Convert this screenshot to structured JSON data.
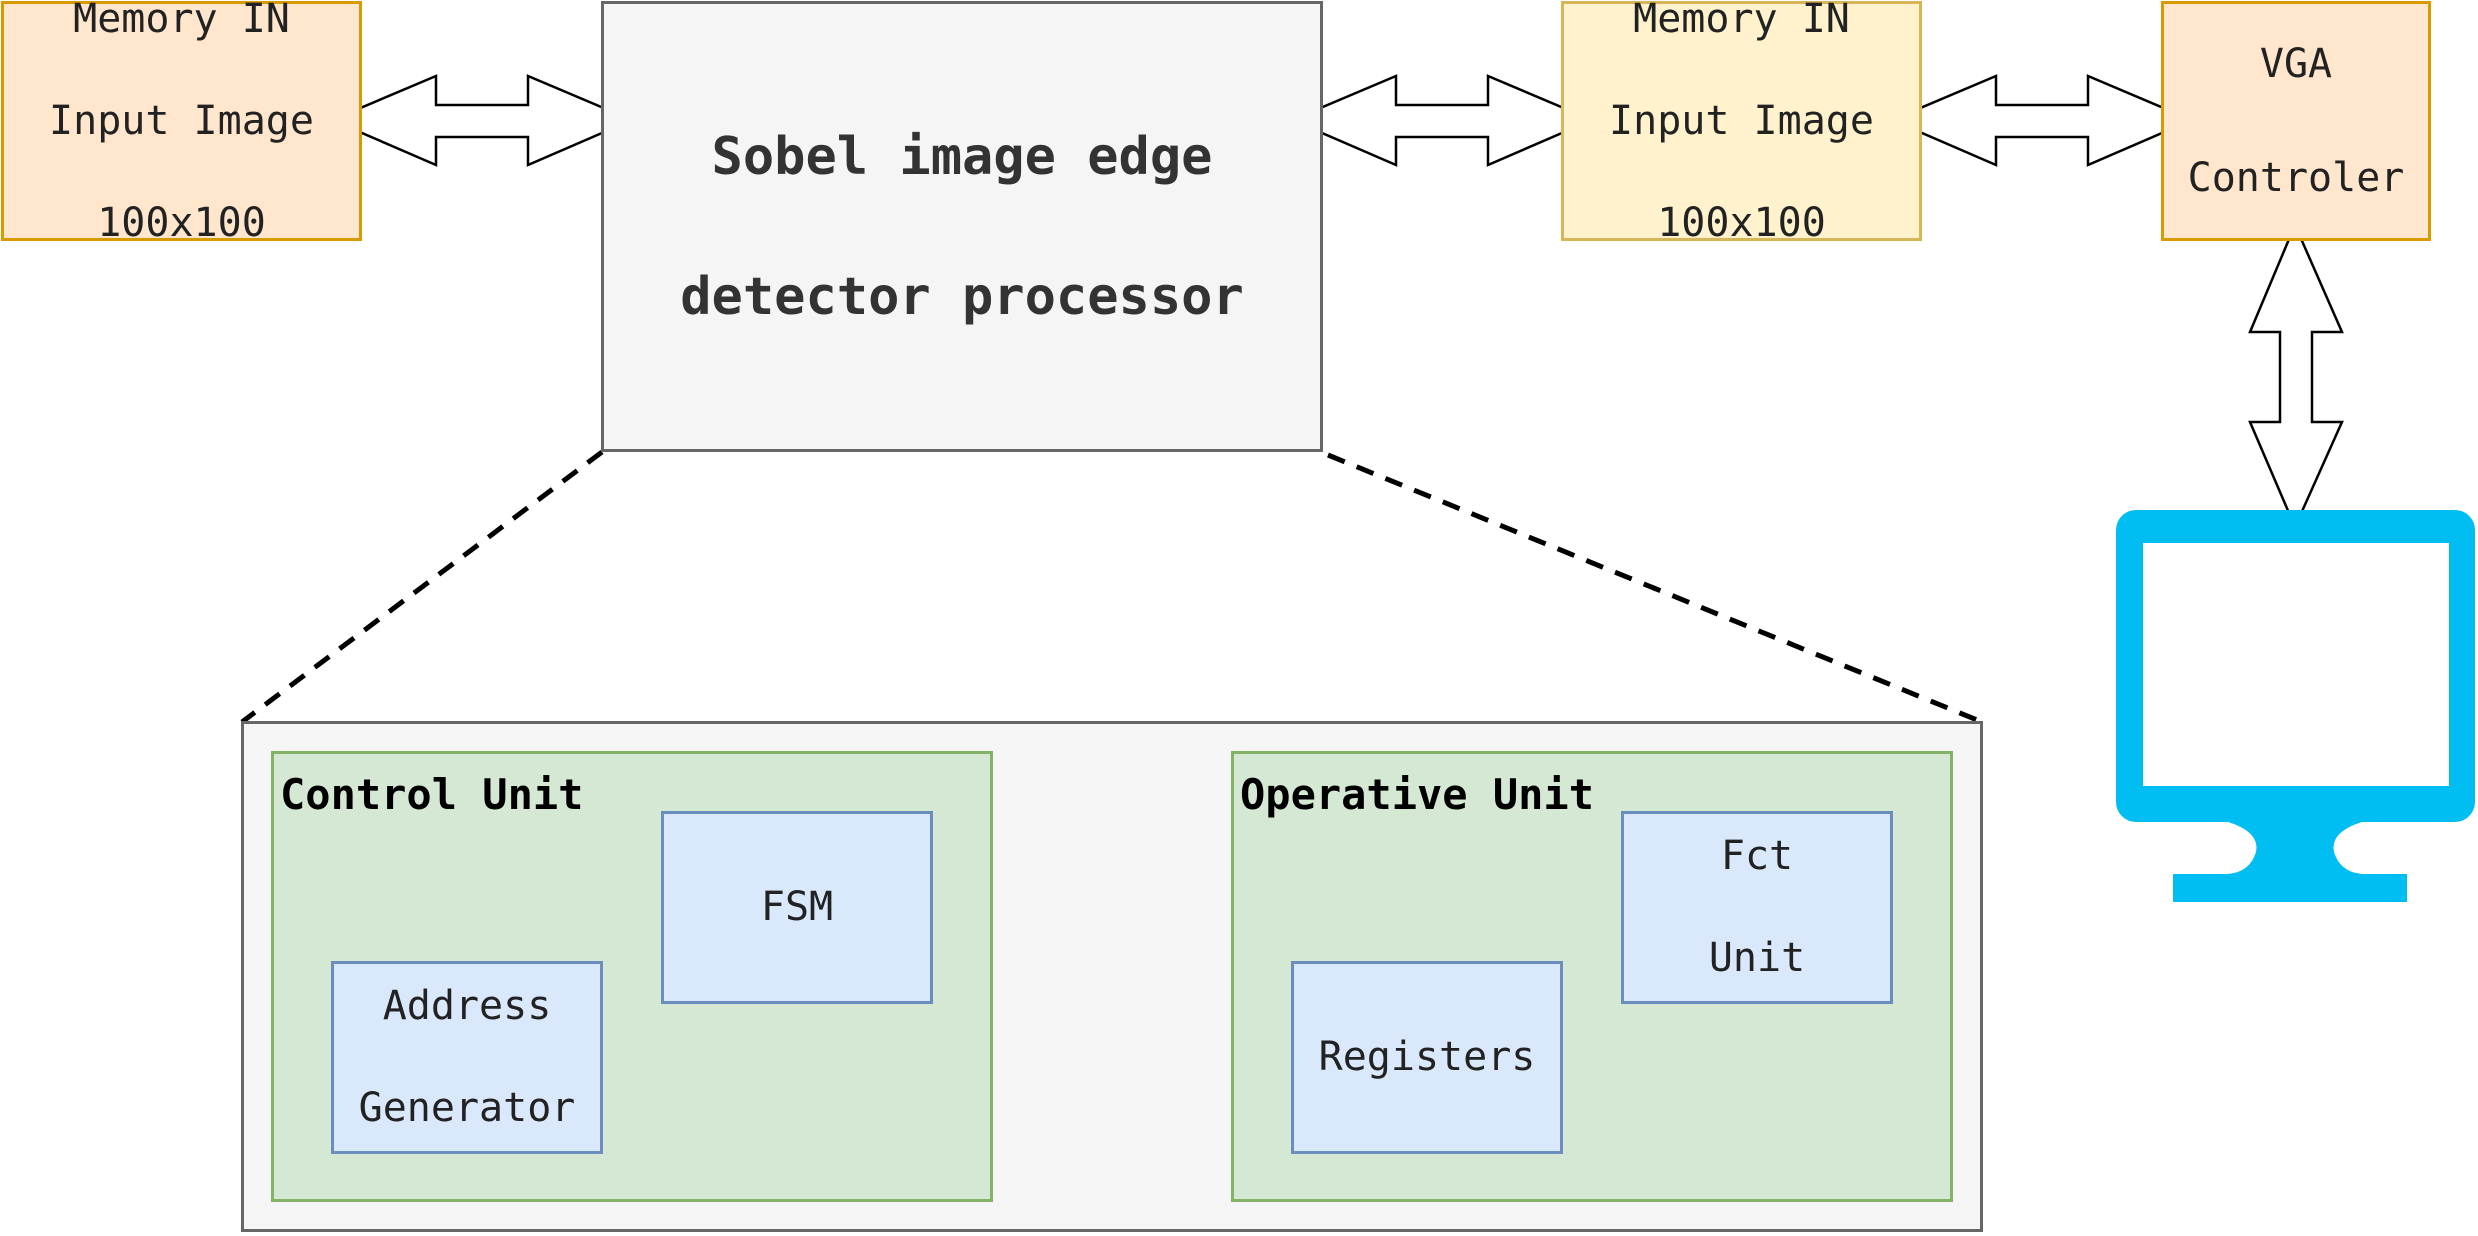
{
  "diagram": {
    "memory_in": {
      "line1": "Memory IN",
      "line2": "Input Image",
      "line3": "100x100"
    },
    "processor": {
      "line1": "Sobel image edge",
      "line2": "detector processor"
    },
    "memory_out": {
      "line1": "Memory IN",
      "line2": "Input Image",
      "line3": "100x100"
    },
    "vga": {
      "line1": "VGA",
      "line2": "Controler"
    },
    "control_unit": {
      "title": "Control Unit",
      "fsm": "FSM",
      "address_generator": {
        "line1": "Address",
        "line2": "Generator"
      }
    },
    "operative_unit": {
      "title": "Operative Unit",
      "registers": "Registers",
      "fct_unit": {
        "line1": "Fct",
        "line2": "Unit"
      }
    },
    "monitor": {
      "icon": "monitor-icon",
      "color": "#00bef2"
    },
    "colors": {
      "memory_orange_fill": "#ffe6cc",
      "memory_orange_stroke": "#d79b00",
      "memory_yellow_fill": "#fff2cc",
      "memory_yellow_stroke": "#d6b656",
      "green_fill": "#d5e8d4",
      "green_stroke": "#82b366",
      "blue_fill": "#dae8fc",
      "blue_stroke": "#6c8ebf",
      "gray_fill": "#f5f5f5",
      "gray_stroke": "#666666"
    }
  }
}
